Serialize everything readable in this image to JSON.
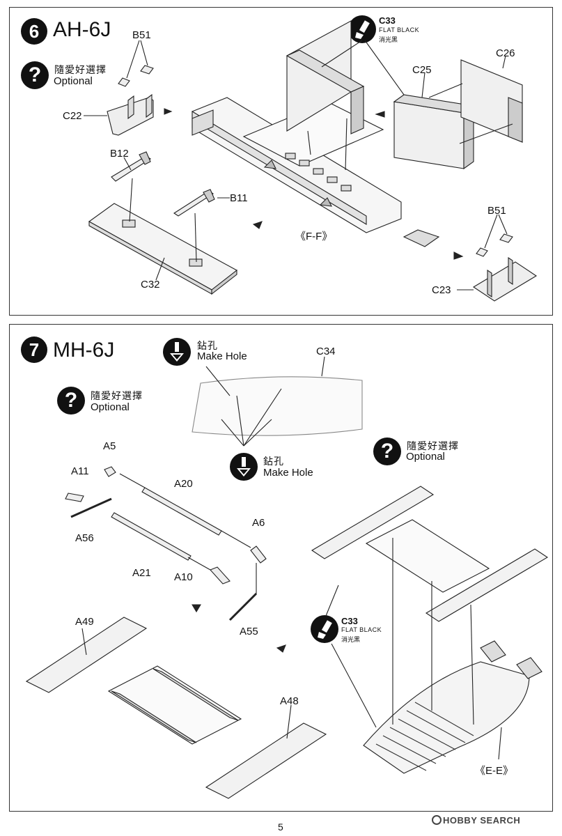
{
  "step6": {
    "number": "6",
    "title": "AH-6J",
    "optional_zh": "隨愛好選擇",
    "optional_en": "Optional",
    "paint": {
      "code": "C33",
      "name": "FLAT BLACK",
      "zh": "消光黑"
    },
    "parts": {
      "b51_top": "B51",
      "c22": "C22",
      "b12": "B12",
      "b11": "B11",
      "c32": "C32",
      "c25": "C25",
      "c26": "C26",
      "ff": "《F-F》",
      "b51_right": "B51",
      "c23": "C23"
    }
  },
  "step7": {
    "number": "7",
    "title": "MH-6J",
    "optional_zh": "隨愛好選擇",
    "optional_en": "Optional",
    "optional2_zh": "隨愛好選擇",
    "optional2_en": "Optional",
    "drill_zh": "鉆孔",
    "drill_en": "Make Hole",
    "drill2_zh": "鉆孔",
    "drill2_en": "Make Hole",
    "paint": {
      "code": "C33",
      "name": "FLAT BLACK",
      "zh": "消光黑"
    },
    "parts": {
      "c34": "C34",
      "a5": "A5",
      "a11": "A11",
      "a20": "A20",
      "a56": "A56",
      "a6": "A6",
      "a21": "A21",
      "a10": "A10",
      "a55": "A55",
      "a49": "A49",
      "a48": "A48",
      "ee": "《E-E》"
    }
  },
  "page_number": "5",
  "watermark": "HOBBY SEARCH"
}
